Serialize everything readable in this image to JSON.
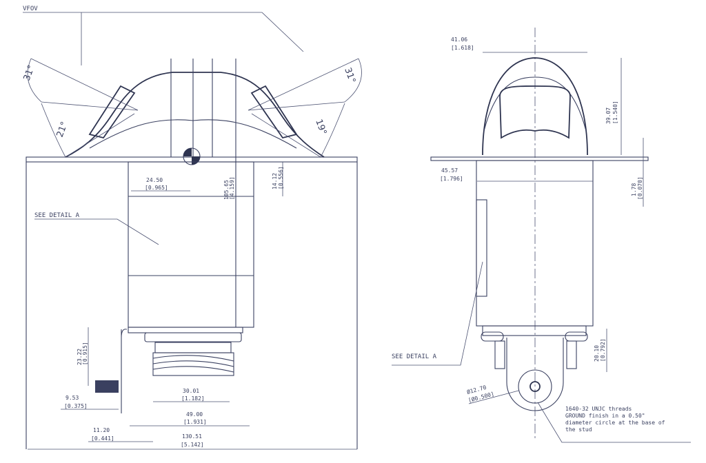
{
  "left_view": {
    "vfov_label": "VFOV",
    "angles": {
      "top_left": "31°",
      "bottom_left": "21°",
      "top_right": "31°",
      "bottom_right": "19°"
    },
    "dims": {
      "d1": {
        "mm": "24.50",
        "in": "[0.965]"
      },
      "d2": {
        "mm": "105.65",
        "in": "[4.159]"
      },
      "d3": {
        "mm": "14.12",
        "in": "[0.556]"
      },
      "d4": {
        "mm": "23.22",
        "in": "[0.915]"
      },
      "d5": {
        "mm": "9.53",
        "in": "[0.375]"
      },
      "d6": {
        "mm": "30.01",
        "in": "[1.182]"
      },
      "d7": {
        "mm": "49.00",
        "in": "[1.931]"
      },
      "d8": {
        "mm": "11.20",
        "in": "[0.441]"
      },
      "d9": {
        "mm": "130.51",
        "in": "[5.142]"
      }
    },
    "detail_label": "SEE DETAIL A"
  },
  "right_view": {
    "dims": {
      "d1": {
        "mm": "41.06",
        "in": "[1.618]"
      },
      "d2": {
        "mm": "39.07",
        "in": "[1.540]"
      },
      "d3": {
        "mm": "45.57",
        "in": "[1.796]"
      },
      "d4": {
        "mm": "1.78",
        "in": "[0.070]"
      },
      "d5": {
        "mm": "20.10",
        "in": "[0.792]"
      },
      "d6": {
        "mm": "Ø12.70",
        "in": "[Ø0.500]"
      }
    },
    "detail_label": "SEE DETAIL A",
    "note": [
      "1640-32 UNJC threads",
      "GROUND finish in a 0.50\"",
      "diameter circle at the base of",
      "the stud"
    ]
  }
}
